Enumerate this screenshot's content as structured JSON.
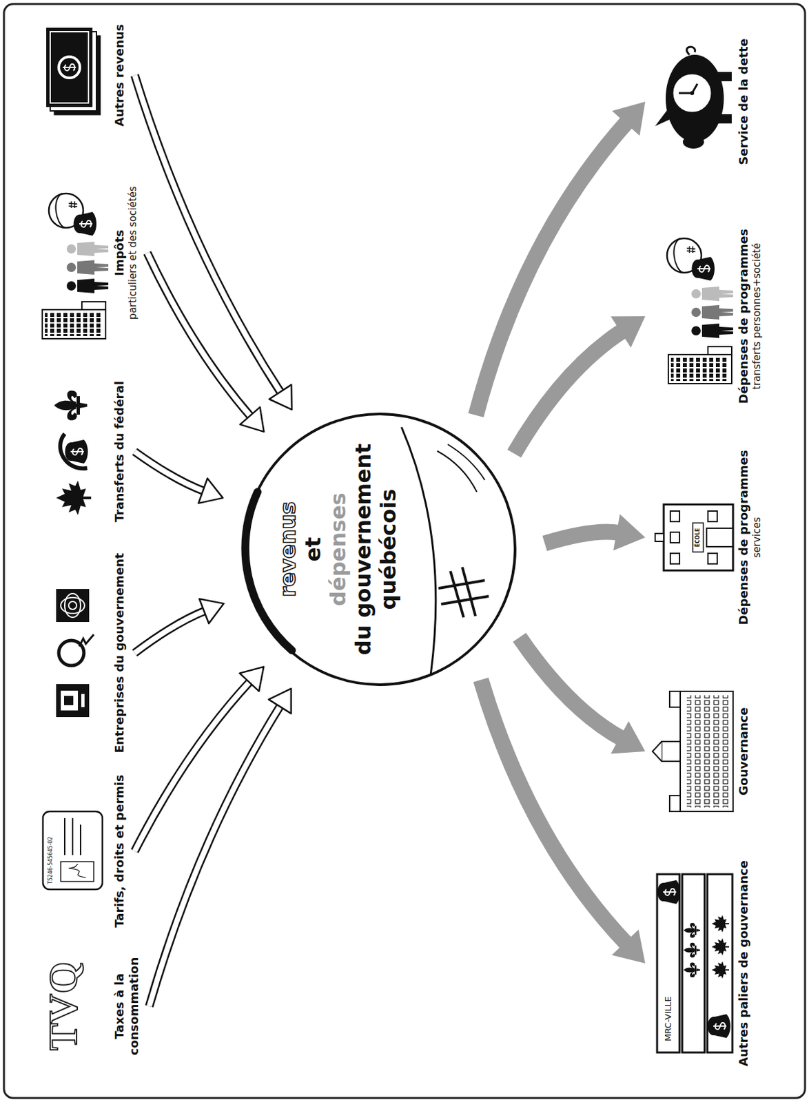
{
  "diagram": {
    "nodes": [
      {
        "text": [
          "Taxes à la consommation"
        ]
      },
      {
        "text": [
          "Tarifs, droits et permis"
        ]
      },
      {
        "text": [
          "Entreprises du gouvernement"
        ]
      },
      {
        "text": [
          "Transferts du fédéral"
        ]
      },
      {
        "text": [
          "Impôts",
          "particuliers et des sociétés"
        ]
      },
      {
        "text": [
          "Autres revenus"
        ]
      },
      {
        "text": [
          "revenus",
          "et",
          "dépenses",
          "du gouvernement québécois"
        ]
      },
      {
        "text": [
          "Autres paliers de gouvernance"
        ]
      },
      {
        "text": [
          "Gouvernance"
        ]
      },
      {
        "text": [
          "Dépenses de programmes",
          "services"
        ]
      },
      {
        "text": [
          "Dépenses de programmes",
          "transferts personnes+société"
        ]
      },
      {
        "text": [
          "Service de la dette"
        ]
      }
    ],
    "edges": [
      {
        "from": 0,
        "to": 6,
        "arrow": "to"
      },
      {
        "from": 1,
        "to": 6,
        "arrow": "to"
      },
      {
        "from": 2,
        "to": 6,
        "arrow": "to"
      },
      {
        "from": 3,
        "to": 6,
        "arrow": "to"
      },
      {
        "from": 4,
        "to": 6,
        "arrow": "to"
      },
      {
        "from": 5,
        "to": 6,
        "arrow": "to"
      },
      {
        "from": 6,
        "to": 7,
        "arrow": "to"
      },
      {
        "from": 6,
        "to": 8,
        "arrow": "to"
      },
      {
        "from": 6,
        "to": 9,
        "arrow": "to"
      },
      {
        "from": 6,
        "to": 10,
        "arrow": "to"
      },
      {
        "from": 6,
        "to": 11,
        "arrow": "to"
      }
    ],
    "labels": [
      "TVQ",
      "T5246-545645-02",
      "ÉCOLE",
      "MRC-VILLE"
    ]
  }
}
